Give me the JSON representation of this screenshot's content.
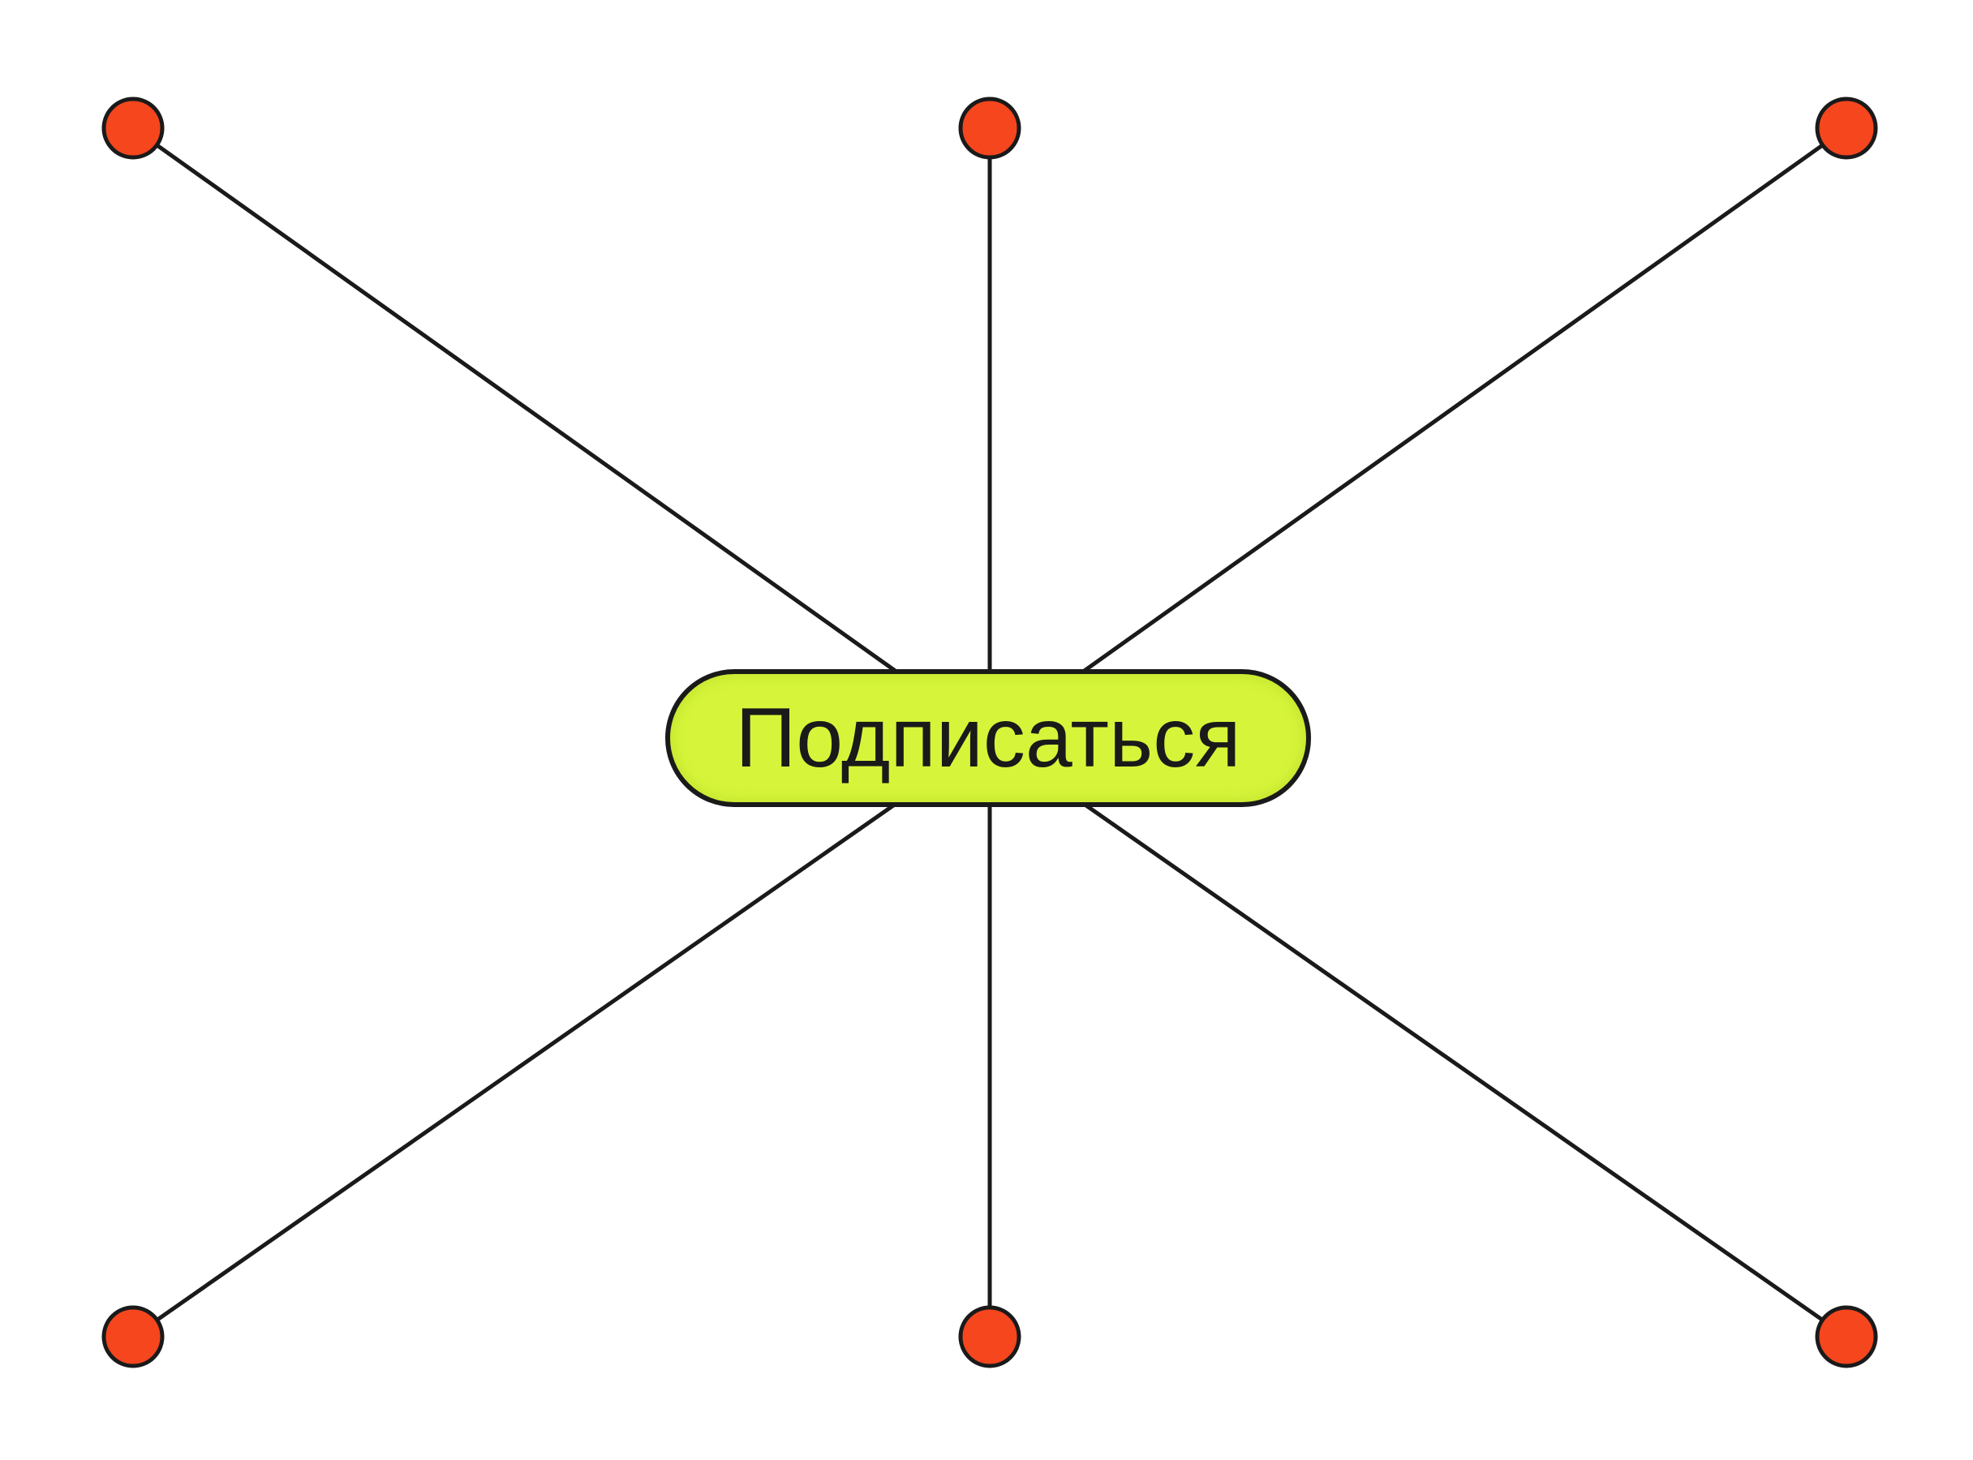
{
  "button": {
    "label": "Подписаться",
    "fill_color": "#d6f53a"
  },
  "colors": {
    "node": "#f5461e",
    "line": "#1a1a1a",
    "background": "#ffffff"
  },
  "nodes": [
    {
      "name": "node-top-left"
    },
    {
      "name": "node-top-center"
    },
    {
      "name": "node-top-right"
    },
    {
      "name": "node-bottom-left"
    },
    {
      "name": "node-bottom-center"
    },
    {
      "name": "node-bottom-right"
    }
  ]
}
